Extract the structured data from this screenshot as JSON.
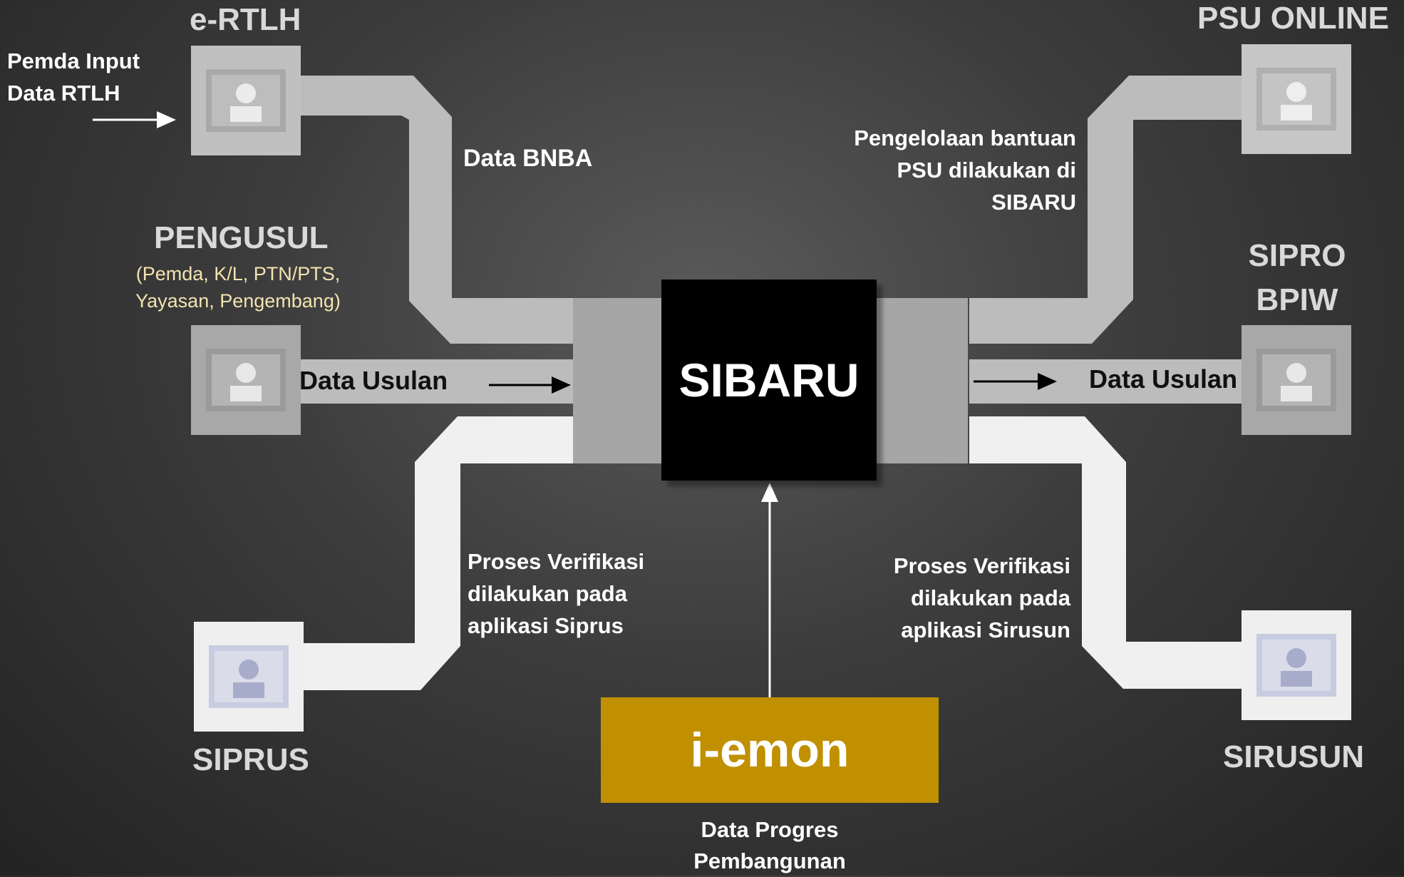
{
  "nodes": {
    "ertlh": {
      "title": "e-RTLH"
    },
    "pengusul": {
      "title": "PENGUSUL",
      "subtitle_line1": "(Pemda, K/L, PTN/PTS,",
      "subtitle_line2": "Yayasan, Pengembang)"
    },
    "siprus": {
      "title": "SIPRUS"
    },
    "psu_online": {
      "title": "PSU ONLINE"
    },
    "sipro_bpiw": {
      "title_line1": "SIPRO",
      "title_line2": "BPIW"
    },
    "sirusun": {
      "title": "SIRUSUN"
    }
  },
  "core": {
    "label": "SIBARU"
  },
  "iemon": {
    "label": "i-emon",
    "caption_line1": "Data Progres",
    "caption_line2": "Pembangunan"
  },
  "annotations": {
    "pemda_input_line1": "Pemda Input",
    "pemda_input_line2": "Data RTLH",
    "data_bnba": "Data BNBA",
    "data_usulan_left": "Data Usulan",
    "data_usulan_right": "Data Usulan",
    "psu_note_line1": "Pengelolaan bantuan",
    "psu_note_line2": "PSU dilakukan di",
    "psu_note_line3": "SIBARU",
    "siprus_note_line1": "Proses Verifikasi",
    "siprus_note_line2": "dilakukan pada",
    "siprus_note_line3": "aplikasi Siprus",
    "sirusun_note_line1": "Proses Verifikasi",
    "sirusun_note_line2": "dilakukan pada",
    "sirusun_note_line3": "aplikasi Sirusun"
  },
  "colors": {
    "background": "#3c3c3c",
    "pipe_gray": "#bcbcbc",
    "pipe_light": "#f0f0f0",
    "connector_block": "#a6a6a6",
    "core": "#000000",
    "iemon": "#c09000"
  }
}
